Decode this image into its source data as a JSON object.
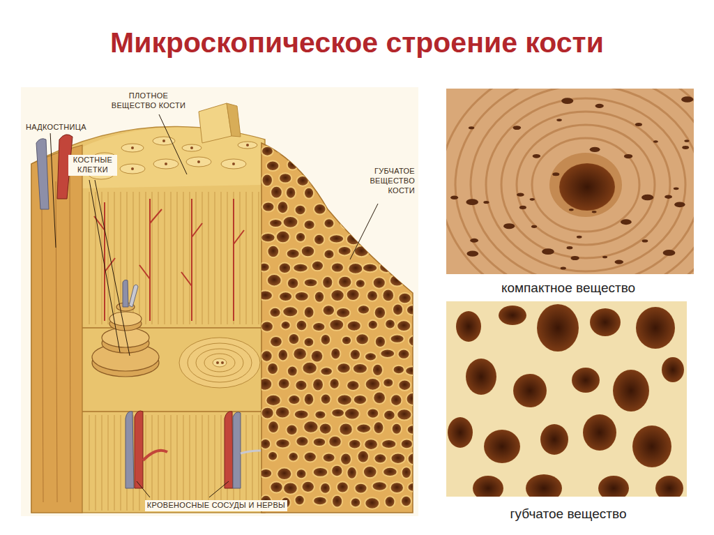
{
  "diagram": {
    "title": "Микроскопическое строение кости",
    "labels": [
      "ПЛОТНОЕ ВЕЩЕСТВО КОСТИ",
      "НАДКОСТНИЦА",
      "КОСТНЫЕ КЛЕТКИ",
      "ГУБЧАТОЕ ВЕЩЕСТВО КОСТИ",
      "КРОВЕНОСНЫЕ СОСУДЫ И НЕРВЫ",
      "компактное вещество",
      "губчатое вещество"
    ]
  }
}
